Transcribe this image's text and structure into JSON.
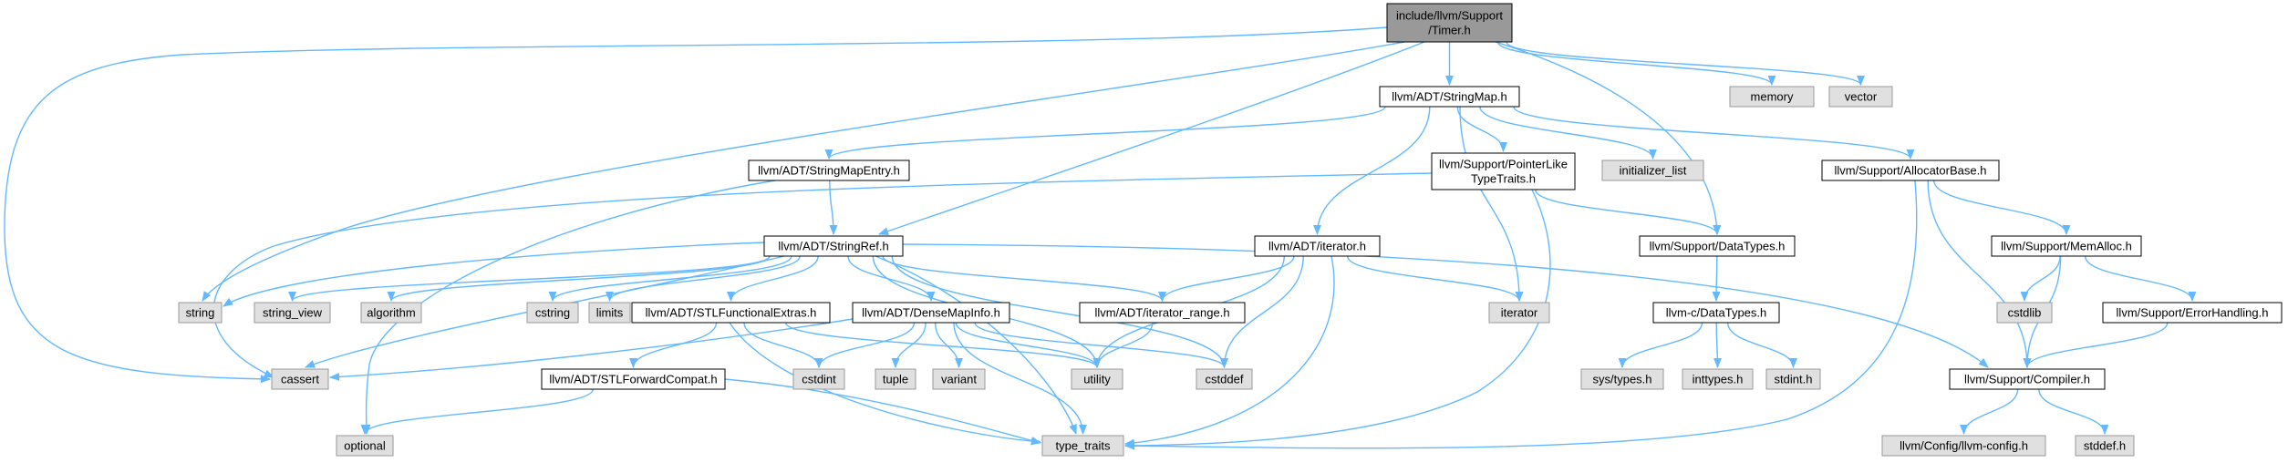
{
  "colors": {
    "root_fill": "#999999",
    "internal_fill": "#ffffff",
    "external_fill": "#e0e0e0",
    "border_internal": "#000000",
    "border_external": "#999999",
    "edge": "#63b8ff"
  },
  "nodes": [
    {
      "id": "timer",
      "lines": [
        "include/llvm/Support",
        "/Timer.h"
      ],
      "kind": "root"
    },
    {
      "id": "stringmap",
      "lines": [
        "llvm/ADT/StringMap.h"
      ],
      "kind": "internal"
    },
    {
      "id": "memory",
      "lines": [
        "memory"
      ],
      "kind": "external"
    },
    {
      "id": "vector",
      "lines": [
        "vector"
      ],
      "kind": "external"
    },
    {
      "id": "stringmapentry",
      "lines": [
        "llvm/ADT/StringMapEntry.h"
      ],
      "kind": "internal"
    },
    {
      "id": "pointerlike",
      "lines": [
        "llvm/Support/PointerLike",
        "TypeTraits.h"
      ],
      "kind": "internal"
    },
    {
      "id": "initlist",
      "lines": [
        "initializer_list"
      ],
      "kind": "external"
    },
    {
      "id": "allocbase",
      "lines": [
        "llvm/Support/AllocatorBase.h"
      ],
      "kind": "internal"
    },
    {
      "id": "stringref",
      "lines": [
        "llvm/ADT/StringRef.h"
      ],
      "kind": "internal"
    },
    {
      "id": "iteratorh",
      "lines": [
        "llvm/ADT/iterator.h"
      ],
      "kind": "internal"
    },
    {
      "id": "datatypes",
      "lines": [
        "llvm/Support/DataTypes.h"
      ],
      "kind": "internal"
    },
    {
      "id": "memalloc",
      "lines": [
        "llvm/Support/MemAlloc.h"
      ],
      "kind": "internal"
    },
    {
      "id": "string",
      "lines": [
        "string"
      ],
      "kind": "external"
    },
    {
      "id": "string_view",
      "lines": [
        "string_view"
      ],
      "kind": "external"
    },
    {
      "id": "algorithm",
      "lines": [
        "algorithm"
      ],
      "kind": "external"
    },
    {
      "id": "cstring",
      "lines": [
        "cstring"
      ],
      "kind": "external"
    },
    {
      "id": "limits",
      "lines": [
        "limits"
      ],
      "kind": "external"
    },
    {
      "id": "stlfunc",
      "lines": [
        "llvm/ADT/STLFunctionalExtras.h"
      ],
      "kind": "internal"
    },
    {
      "id": "densemapinfo",
      "lines": [
        "llvm/ADT/DenseMapInfo.h"
      ],
      "kind": "internal"
    },
    {
      "id": "iterrange",
      "lines": [
        "llvm/ADT/iterator_range.h"
      ],
      "kind": "internal"
    },
    {
      "id": "iterator",
      "lines": [
        "iterator"
      ],
      "kind": "external"
    },
    {
      "id": "cdatatypes",
      "lines": [
        "llvm-c/DataTypes.h"
      ],
      "kind": "internal"
    },
    {
      "id": "cstdlib",
      "lines": [
        "cstdlib"
      ],
      "kind": "external"
    },
    {
      "id": "errorhandling",
      "lines": [
        "llvm/Support/ErrorHandling.h"
      ],
      "kind": "internal"
    },
    {
      "id": "cassert",
      "lines": [
        "cassert"
      ],
      "kind": "external"
    },
    {
      "id": "stlfwd",
      "lines": [
        "llvm/ADT/STLForwardCompat.h"
      ],
      "kind": "internal"
    },
    {
      "id": "cstdint",
      "lines": [
        "cstdint"
      ],
      "kind": "external"
    },
    {
      "id": "tuple",
      "lines": [
        "tuple"
      ],
      "kind": "external"
    },
    {
      "id": "variant",
      "lines": [
        "variant"
      ],
      "kind": "external"
    },
    {
      "id": "utility",
      "lines": [
        "utility"
      ],
      "kind": "external"
    },
    {
      "id": "cstddef",
      "lines": [
        "cstddef"
      ],
      "kind": "external"
    },
    {
      "id": "systypes",
      "lines": [
        "sys/types.h"
      ],
      "kind": "external"
    },
    {
      "id": "inttypes",
      "lines": [
        "inttypes.h"
      ],
      "kind": "external"
    },
    {
      "id": "stdint",
      "lines": [
        "stdint.h"
      ],
      "kind": "external"
    },
    {
      "id": "compiler",
      "lines": [
        "llvm/Support/Compiler.h"
      ],
      "kind": "internal"
    },
    {
      "id": "optional",
      "lines": [
        "optional"
      ],
      "kind": "external"
    },
    {
      "id": "typetraits",
      "lines": [
        "type_traits"
      ],
      "kind": "external"
    },
    {
      "id": "llvmconfig",
      "lines": [
        "llvm/Config/llvm-config.h"
      ],
      "kind": "external"
    },
    {
      "id": "stddef",
      "lines": [
        "stddef.h"
      ],
      "kind": "external"
    }
  ],
  "edges": [
    [
      "timer",
      "stringmap"
    ],
    [
      "timer",
      "memory"
    ],
    [
      "timer",
      "vector"
    ],
    [
      "timer",
      "stringref"
    ],
    [
      "timer",
      "datatypes"
    ],
    [
      "timer",
      "cassert"
    ],
    [
      "timer",
      "string"
    ],
    [
      "stringmap",
      "stringmapentry"
    ],
    [
      "stringmap",
      "pointerlike"
    ],
    [
      "stringmap",
      "initlist"
    ],
    [
      "stringmap",
      "allocbase"
    ],
    [
      "stringmap",
      "iteratorh"
    ],
    [
      "stringmap",
      "iterator"
    ],
    [
      "stringmapentry",
      "stringref"
    ],
    [
      "stringmapentry",
      "optional"
    ],
    [
      "pointerlike",
      "datatypes"
    ],
    [
      "pointerlike",
      "typetraits"
    ],
    [
      "pointerlike",
      "cassert"
    ],
    [
      "allocbase",
      "memalloc"
    ],
    [
      "allocbase",
      "compiler"
    ],
    [
      "allocbase",
      "typetraits"
    ],
    [
      "stringref",
      "string"
    ],
    [
      "stringref",
      "string_view"
    ],
    [
      "stringref",
      "algorithm"
    ],
    [
      "stringref",
      "cstring"
    ],
    [
      "stringref",
      "limits"
    ],
    [
      "stringref",
      "stlfunc"
    ],
    [
      "stringref",
      "densemapinfo"
    ],
    [
      "stringref",
      "iterrange"
    ],
    [
      "stringref",
      "cassert"
    ],
    [
      "stringref",
      "utility"
    ],
    [
      "stringref",
      "cstddef"
    ],
    [
      "stringref",
      "typetraits"
    ],
    [
      "stringref",
      "compiler"
    ],
    [
      "iteratorh",
      "iterrange"
    ],
    [
      "iteratorh",
      "iterator"
    ],
    [
      "iteratorh",
      "utility"
    ],
    [
      "iteratorh",
      "cstddef"
    ],
    [
      "iteratorh",
      "typetraits"
    ],
    [
      "datatypes",
      "cdatatypes"
    ],
    [
      "memalloc",
      "cstdlib"
    ],
    [
      "memalloc",
      "errorhandling"
    ],
    [
      "memalloc",
      "compiler"
    ],
    [
      "stlfunc",
      "stlfwd"
    ],
    [
      "stlfunc",
      "cstdint"
    ],
    [
      "stlfunc",
      "utility"
    ],
    [
      "stlfunc",
      "typetraits"
    ],
    [
      "densemapinfo",
      "cassert"
    ],
    [
      "densemapinfo",
      "cstddef"
    ],
    [
      "densemapinfo",
      "cstdint"
    ],
    [
      "densemapinfo",
      "tuple"
    ],
    [
      "densemapinfo",
      "variant"
    ],
    [
      "densemapinfo",
      "utility"
    ],
    [
      "densemapinfo",
      "typetraits"
    ],
    [
      "iterrange",
      "utility"
    ],
    [
      "cdatatypes",
      "systypes"
    ],
    [
      "cdatatypes",
      "inttypes"
    ],
    [
      "cdatatypes",
      "stdint"
    ],
    [
      "errorhandling",
      "compiler"
    ],
    [
      "stlfwd",
      "optional"
    ],
    [
      "stlfwd",
      "typetraits"
    ],
    [
      "compiler",
      "llvmconfig"
    ],
    [
      "compiler",
      "stddef"
    ]
  ]
}
